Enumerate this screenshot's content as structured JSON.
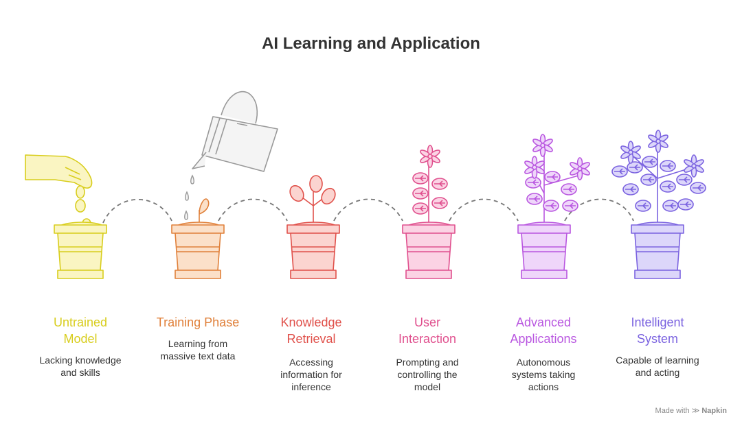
{
  "title": "AI Learning and Application",
  "stages": [
    {
      "title_line1": "Untrained",
      "title_line2": "Model",
      "desc_line1": "Lacking knowledge",
      "desc_line2": "and skills",
      "desc_line3": "",
      "color": "#d8cd1c"
    },
    {
      "title_line1": "Training Phase",
      "title_line2": "",
      "desc_line1": "Learning from",
      "desc_line2": "massive text data",
      "desc_line3": "",
      "color": "#e0803a"
    },
    {
      "title_line1": "Knowledge",
      "title_line2": "Retrieval",
      "desc_line1": "Accessing",
      "desc_line2": "information for",
      "desc_line3": "inference",
      "color": "#e0504a"
    },
    {
      "title_line1": "User",
      "title_line2": "Interaction",
      "desc_line1": "Prompting and",
      "desc_line2": "controlling the",
      "desc_line3": "model",
      "color": "#e0508e"
    },
    {
      "title_line1": "Advanced",
      "title_line2": "Applications",
      "desc_line1": "Autonomous",
      "desc_line2": "systems taking",
      "desc_line3": "actions",
      "color": "#b957e0"
    },
    {
      "title_line1": "Intelligent",
      "title_line2": "System",
      "desc_line1": "Capable of learning",
      "desc_line2": "and acting",
      "desc_line3": "",
      "color": "#7b63e0"
    }
  ],
  "footer": {
    "made_with": "Made with",
    "brand": "Napkin"
  }
}
